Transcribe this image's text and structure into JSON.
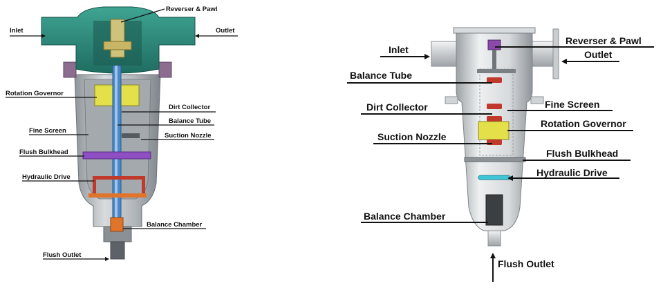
{
  "left_diagram": {
    "labels": {
      "reverser_pawl": "Reverser & Pawl",
      "inlet": "Inlet",
      "outlet": "Outlet",
      "rotation_governor": "Rotation Governor",
      "dirt_collector": "Dirt Collector",
      "balance_tube": "Balance Tube",
      "fine_screen": "Fine Screen",
      "suction_nozzle": "Suction Nozzle",
      "flush_bulkhead": "Flush Bulkhead",
      "hydraulic_drive": "Hydraulic Drive",
      "balance_chamber": "Balance Chamber",
      "flush_outlet": "Flush Outlet"
    }
  },
  "right_diagram": {
    "labels": {
      "reverser_pawl": "Reverser & Pawl",
      "inlet": "Inlet",
      "outlet": "Outlet",
      "balance_tube": "Balance Tube",
      "dirt_collector": "Dirt Collector",
      "fine_screen": "Fine Screen",
      "rotation_governor": "Rotation Governor",
      "suction_nozzle": "Suction Nozzle",
      "flush_bulkhead": "Flush Bulkhead",
      "hydraulic_drive": "Hydraulic Drive",
      "balance_chamber": "Balance Chamber",
      "flush_outlet": "Flush Outlet"
    }
  },
  "colors": {
    "teal_head": "#2e8a7c",
    "body_gray": "#b9bec1",
    "yellow_governor": "#e3e04a",
    "purple_bulkhead": "#8e4fc2",
    "red_drive": "#c0392b",
    "orange_chamber": "#e0742a",
    "blue_tube": "#4a88c8",
    "cyan_drive": "#3ec6d6"
  }
}
